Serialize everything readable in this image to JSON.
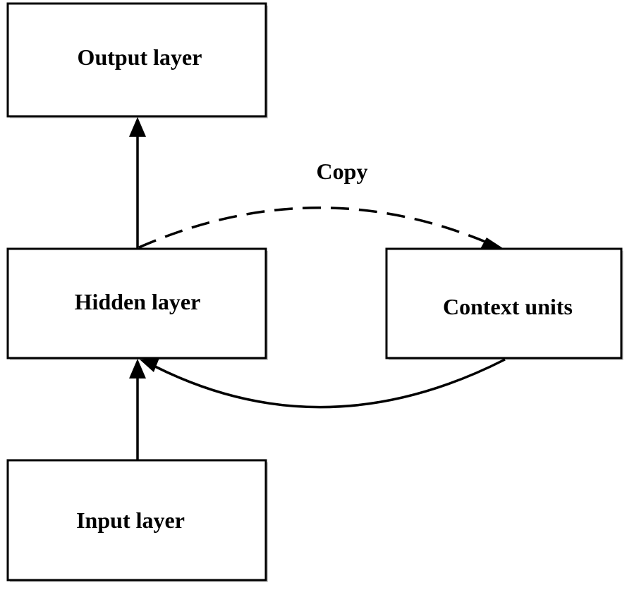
{
  "nodes": {
    "output": {
      "label": "Output layer"
    },
    "hidden": {
      "label": "Hidden layer"
    },
    "context": {
      "label": "Context units"
    },
    "input": {
      "label": "Input layer"
    }
  },
  "edges": {
    "copy": {
      "label": "Copy"
    }
  },
  "colors": {
    "stroke": "#000000",
    "fill": "#ffffff"
  }
}
